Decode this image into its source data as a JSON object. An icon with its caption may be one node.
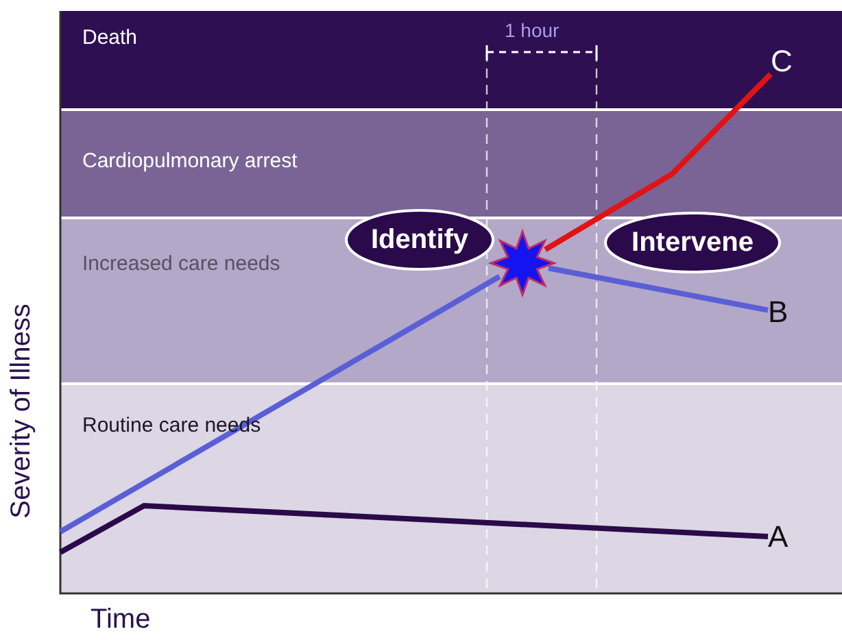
{
  "diagram": {
    "nodes": [
      {
        "text": [
          "Identify"
        ]
      },
      {
        "text": [],
        "shape": "star"
      },
      {
        "text": [
          "Intervene"
        ]
      },
      {
        "text": [
          "C"
        ]
      },
      {
        "text": [
          "B"
        ]
      },
      {
        "text": [
          "A"
        ]
      }
    ],
    "edges": [
      {
        "from": null,
        "to": 1,
        "arrow": "none",
        "color": "#5a5fd6"
      },
      {
        "from": 1,
        "to": 4,
        "arrow": "none",
        "color": "#5a5fd6"
      },
      {
        "from": 1,
        "to": 3,
        "arrow": "none",
        "color": "#e01414"
      },
      {
        "from": null,
        "to": 5,
        "arrow": "none",
        "color": "#2a0a4a"
      }
    ],
    "labels": [
      "Death",
      "1 hour",
      "Cardiopulmonary arrest",
      "Increased care needs",
      "Routine care needs",
      "Severity of Illness",
      "Time"
    ]
  }
}
